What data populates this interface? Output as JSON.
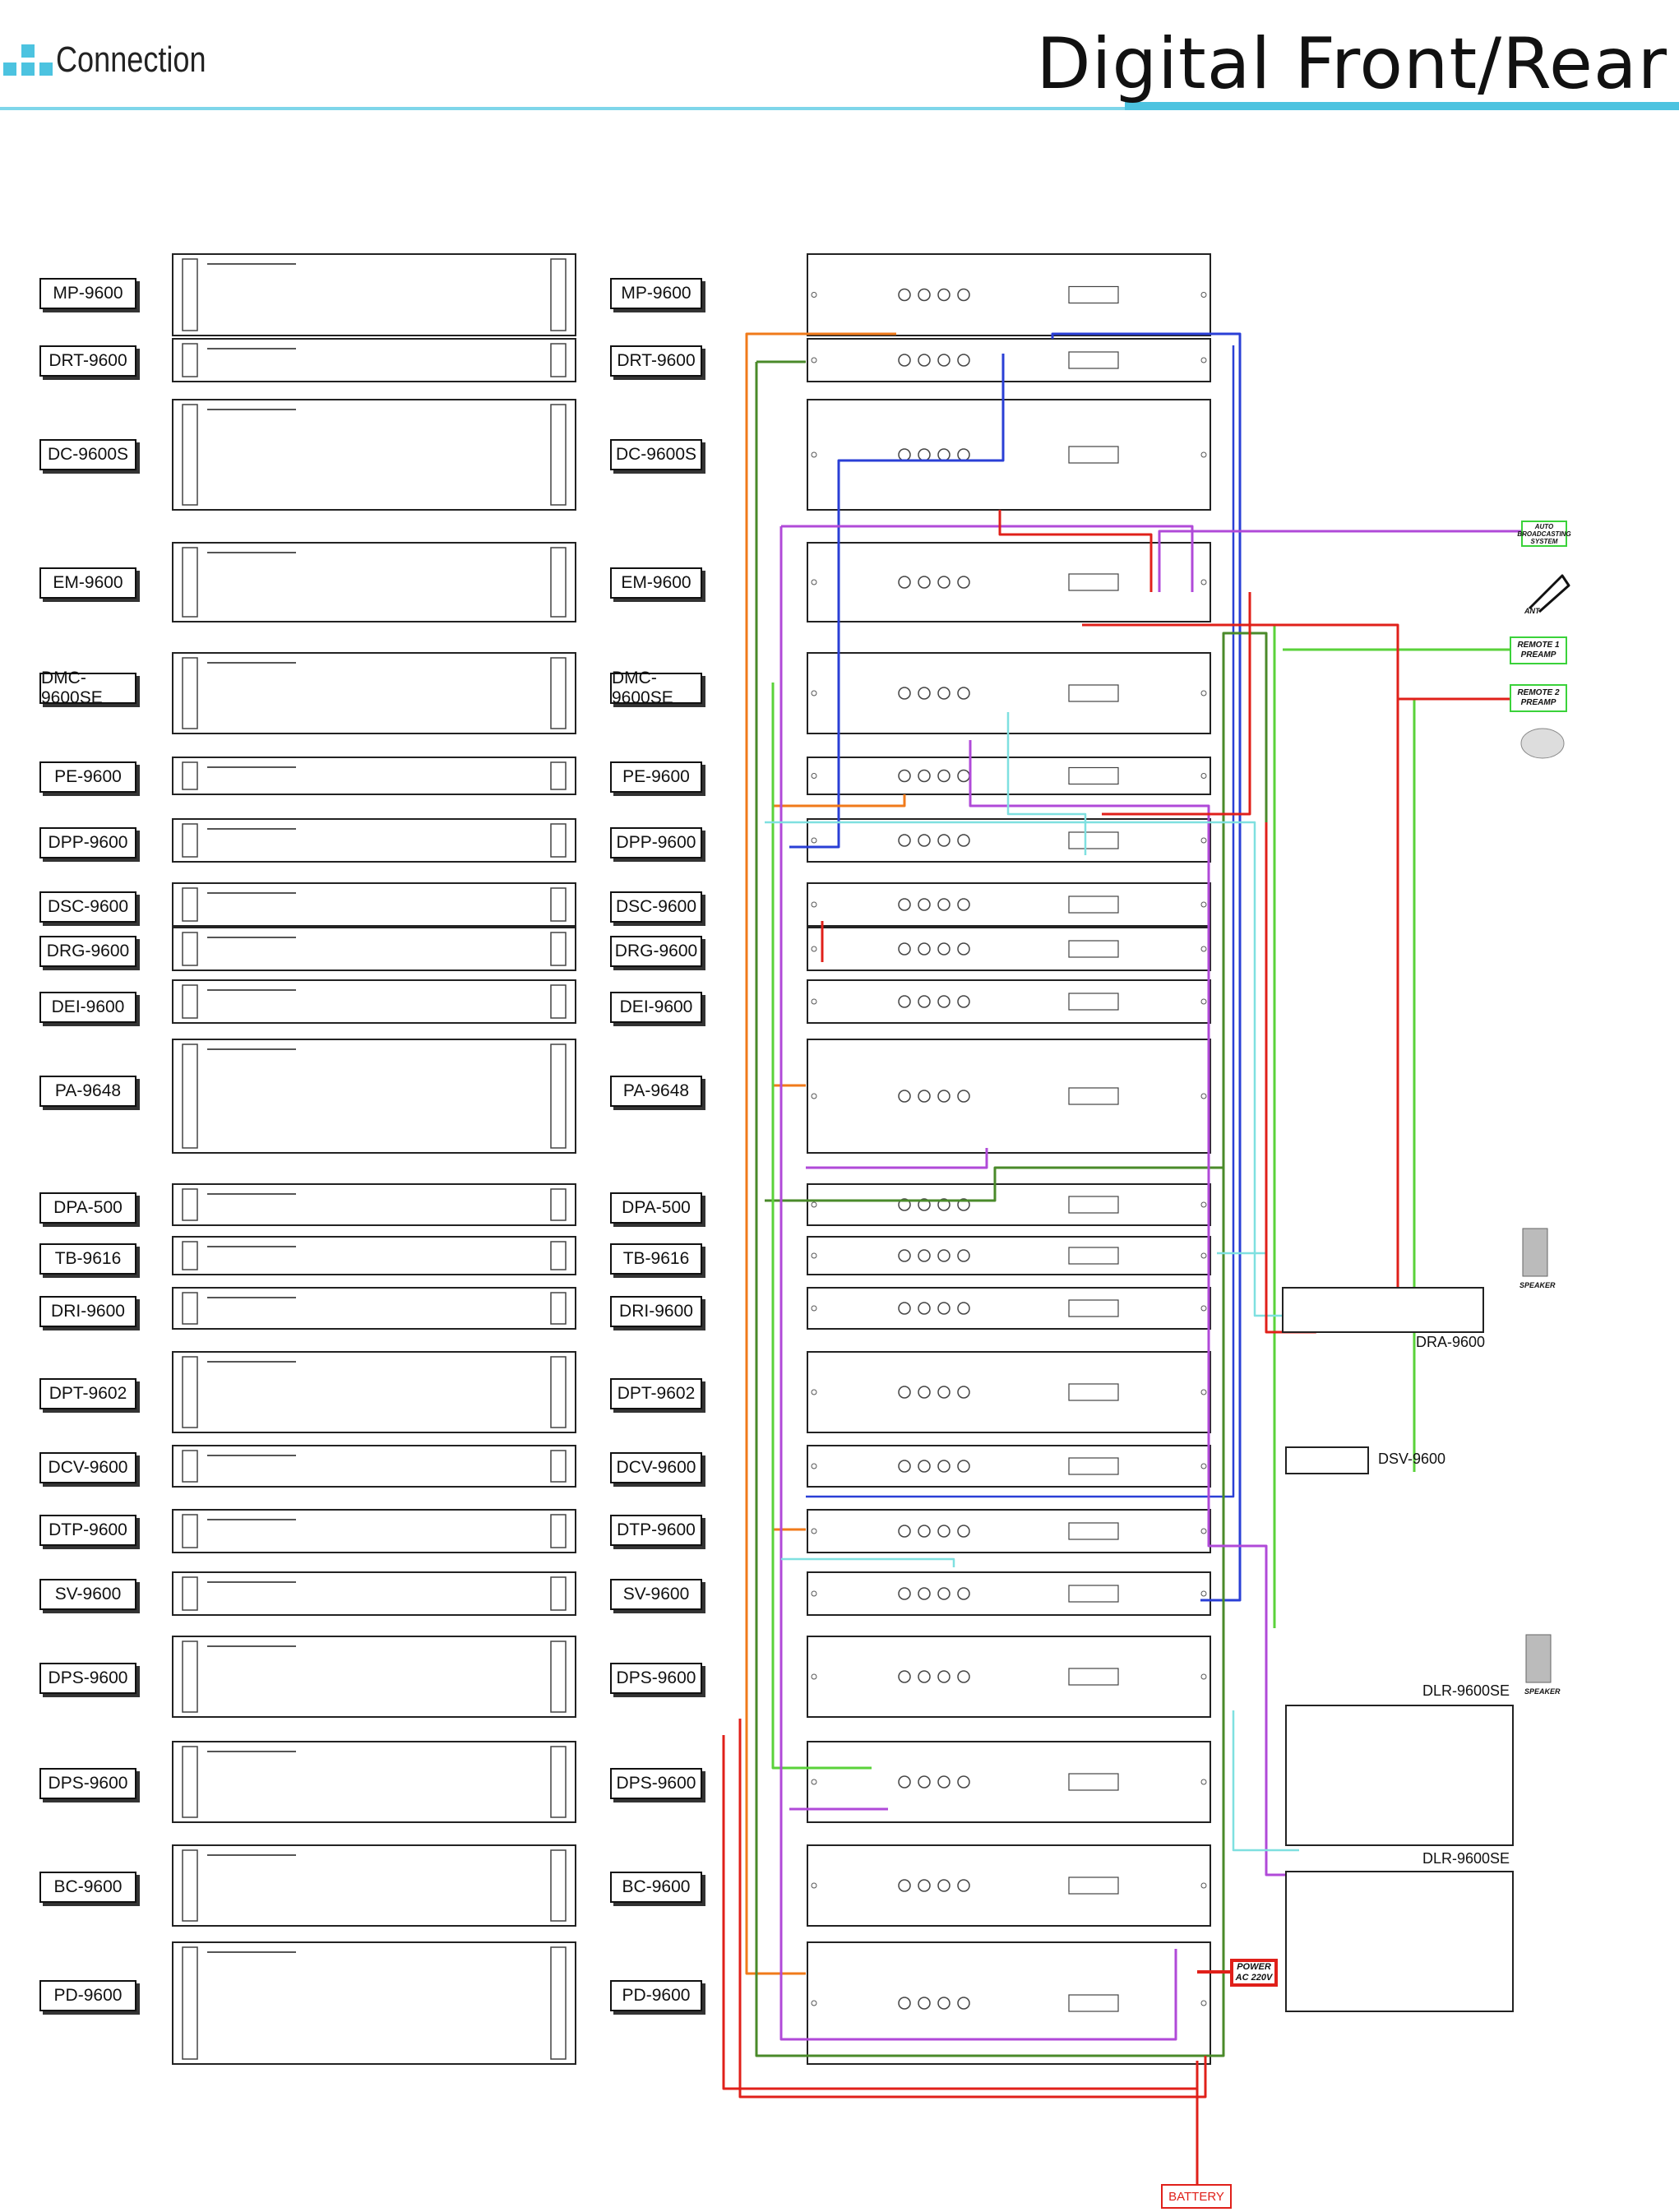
{
  "header": {
    "section": "Connection",
    "title": "Digital Front/Rear",
    "accent_color": "#4cc3e0"
  },
  "devices": [
    {
      "label": "MP-9600"
    },
    {
      "label": "DRT-9600"
    },
    {
      "label": "DC-9600S"
    },
    {
      "label": "EM-9600"
    },
    {
      "label": "DMC-9600SE"
    },
    {
      "label": "PE-9600"
    },
    {
      "label": "DPP-9600"
    },
    {
      "label": "DSC-9600"
    },
    {
      "label": "DRG-9600"
    },
    {
      "label": "DEI-9600"
    },
    {
      "label": "PA-9648"
    },
    {
      "label": "DPA-500"
    },
    {
      "label": "TB-9616"
    },
    {
      "label": "DRI-9600"
    },
    {
      "label": "DPT-9602"
    },
    {
      "label": "DCV-9600"
    },
    {
      "label": "DTP-9600"
    },
    {
      "label": "SV-9600"
    },
    {
      "label": "DPS-9600"
    },
    {
      "label": "DPS-9600"
    },
    {
      "label": "BC-9600"
    },
    {
      "label": "PD-9600"
    }
  ],
  "external": {
    "auto_broadcasting": "AUTO\nBROADCASTING\nSYSTEM",
    "ant": "ANT",
    "remote1": "REMOTE 1\nPREAMP",
    "remote2": "REMOTE 2\nPREAMP",
    "speaker_a": "SPEAKER",
    "speaker_b": "SPEAKER",
    "dra": "DRA-9600",
    "dsv": "DSV-9600",
    "dlr_a": "DLR-9600SE",
    "dlr_b": "DLR-9600SE",
    "power": "POWER\nAC 220V",
    "battery": "BATTERY"
  },
  "wire_colors": {
    "blue": "#2a3fd6",
    "orange": "#f07a1a",
    "green": "#4a8a2a",
    "lime": "#5ad23a",
    "purple": "#b04ad8",
    "cyan": "#7fe0e0",
    "red": "#e0201a"
  }
}
